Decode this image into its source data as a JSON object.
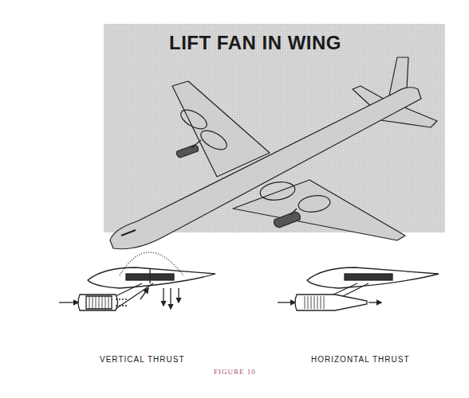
{
  "diagram": {
    "title": "LIFT FAN IN WING",
    "caption": "FIGURE 10",
    "labels": [
      "VERTICAL THRUST",
      "HORIZONTAL THRUST"
    ]
  }
}
